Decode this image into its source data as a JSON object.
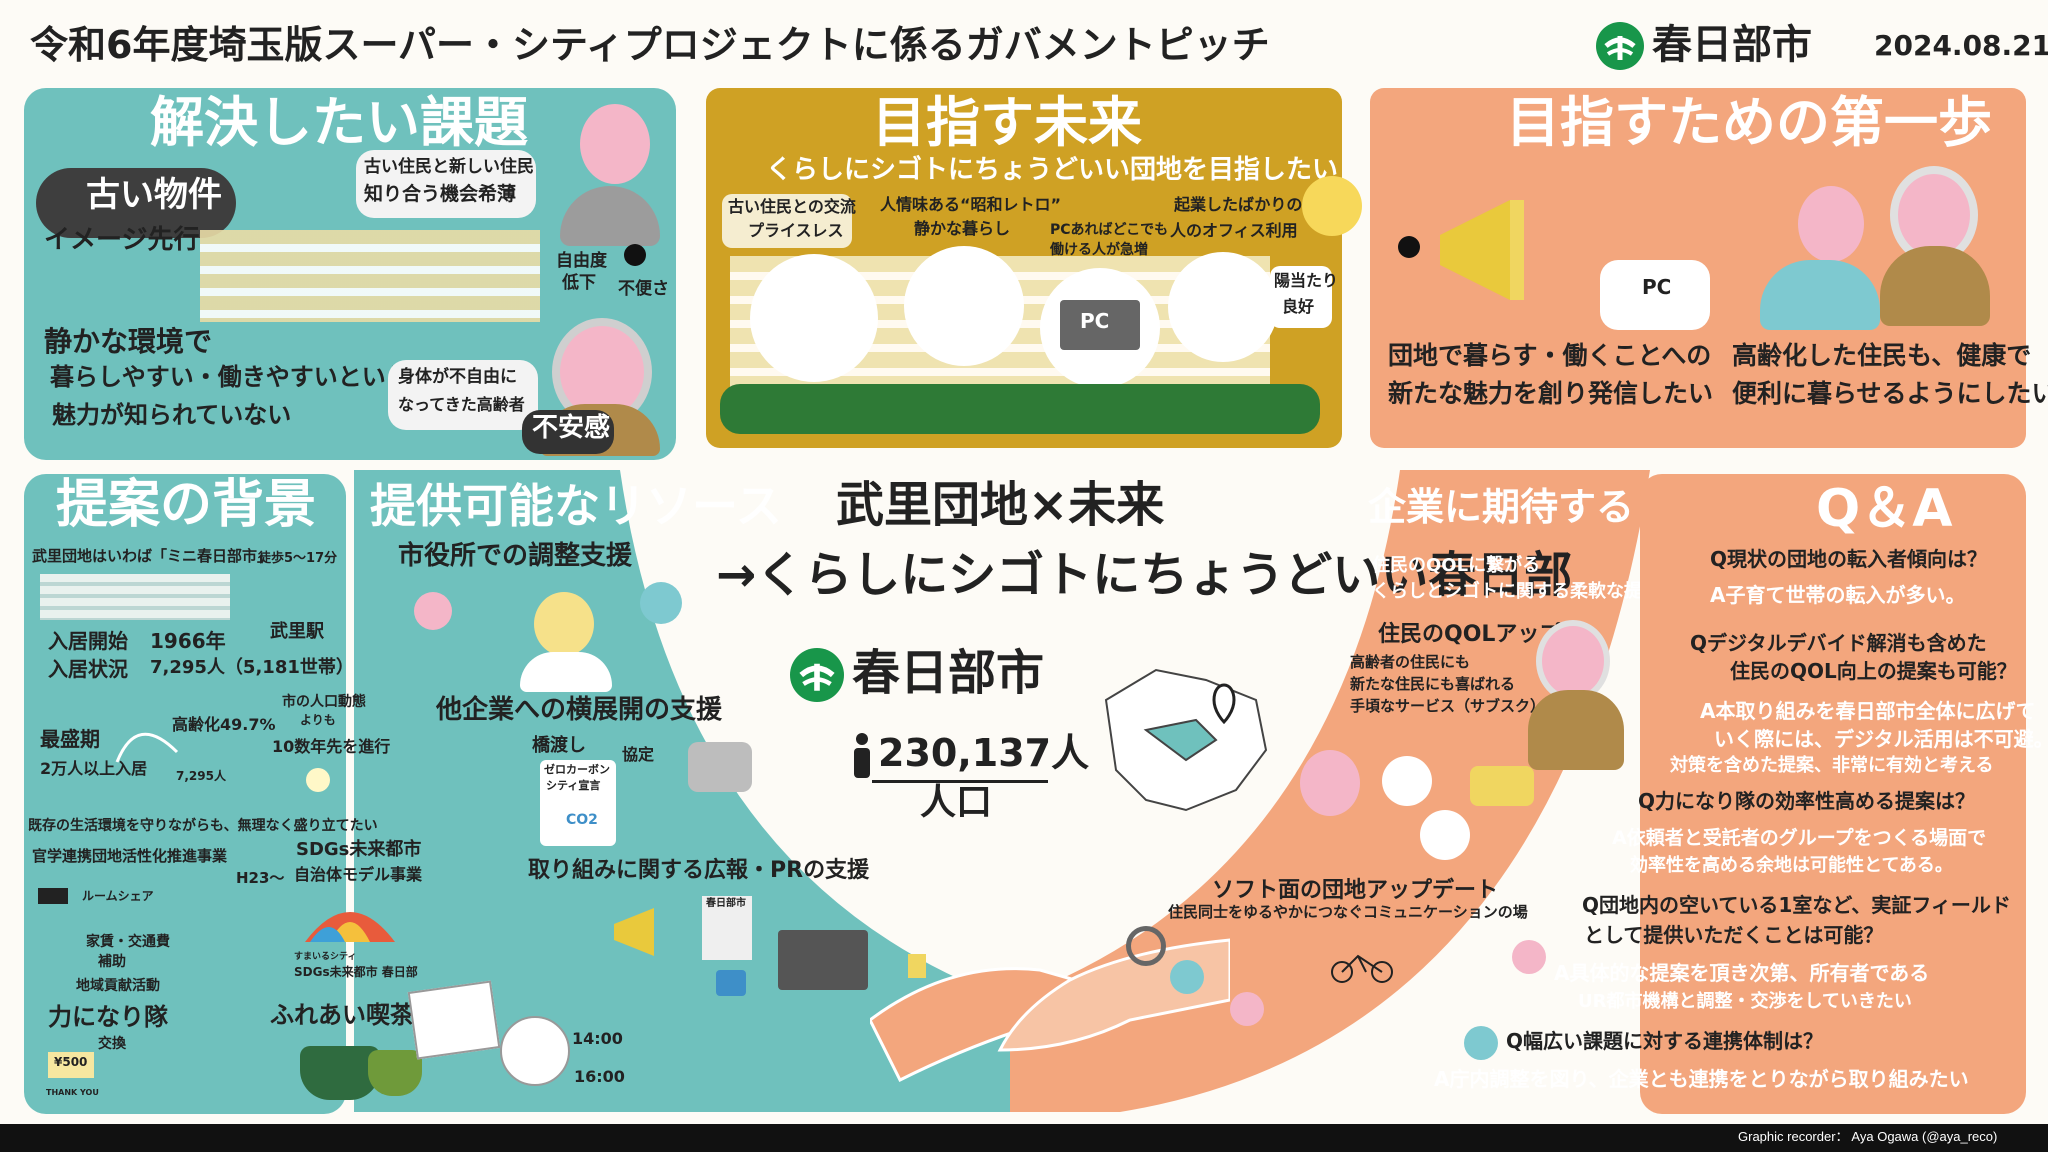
{
  "header": {
    "title": "令和6年度埼玉版スーパー・シティプロジェクトに係るガバメントピッチ",
    "city": "春日部市",
    "date": "2024.08.21"
  },
  "colors": {
    "teal": "#6fc1bd",
    "gold": "#cfa124",
    "salmon": "#f3a67d",
    "green": "#18964a",
    "ink": "#222222"
  },
  "problems": {
    "heading": "解決したい課題",
    "old_building": "古い物件",
    "image_first": "イメージ先行",
    "note_residents_l1": "古い住民と新しい住民",
    "note_residents_l2": "知り合う機会希薄",
    "freedom_l1": "自由度",
    "freedom_l2": "低下",
    "inconvenient": "不便さ",
    "charm_l1": "静かな環境で",
    "charm_l2": "暮らしやすい・働きやすいという",
    "charm_l3": "魅力が知られていない",
    "elderly_l1": "身体が不自由に",
    "elderly_l2": "なってきた高齢者",
    "anxiety": "不安感"
  },
  "future": {
    "heading": "目指す未来",
    "subheading": "くらしにシゴトにちょうどいい団地を目指したい",
    "item1_l1": "古い住民との交流",
    "item1_l2": "プライスレス",
    "item2_l1": "人情味ある“昭和レトロ”",
    "item2_l2": "静かな暮らし",
    "item3_l1": "PCあればどこでも",
    "item3_l2": "働ける人が急増",
    "item4_l1": "起業したばかりの",
    "item4_l2": "人のオフィス利用",
    "item5_l1": "陽当たり",
    "item5_l2": "良好",
    "pc": "PC"
  },
  "first_step": {
    "heading": "目指すための第一歩",
    "text1_l1": "団地で暮らす・働くことへの",
    "text1_l2": "新たな魅力を創り発信したい",
    "text2_l1": "高齢化した住民も、健康で",
    "text2_l2": "便利に暮らせるようにしたい",
    "pc": "PC"
  },
  "background": {
    "heading": "提案の背景",
    "mini_l1": "武里団地はいわば「ミニ春日部市」",
    "walk": "徒歩5〜17分",
    "station": "武里駅",
    "start_label": "入居開始",
    "start_value": "1966年",
    "status_label": "入居状況",
    "status_value": "7,295人（5,181世帯）",
    "peak_label": "最盛期",
    "peak_value": "2万人以上入居",
    "aging": "高齢化49.7%",
    "current": "7,295人",
    "trend_l1": "市の人口動態",
    "trend_l2": "よりも",
    "trend_l3": "10数年先を進行",
    "keep": "既存の生活環境を守りながらも、無理なく盛り立てたい",
    "project_l1": "官学連携団地活性化推進事業",
    "project_l2": "H23〜",
    "sdgs_l1": "SDGs未来都市",
    "sdgs_l2": "自治体モデル事業",
    "roomshare": "ルームシェア",
    "support_l1": "家賃・交通費",
    "support_l2": "補助",
    "community": "地域貢献活動",
    "chikara": "力になり隊",
    "exchange": "交換",
    "yen": "¥500",
    "thanks": "THANK YOU",
    "sdgs_logo_l1": "すまいるシティ",
    "sdgs_logo_l2": "SDGs未来都市 春日部",
    "cafe": "ふれあい喫茶",
    "time_from": "14:00",
    "time_to": "16:00"
  },
  "resources": {
    "heading": "提供可能なリソース",
    "r1": "市役所での調整支援",
    "r2": "他企業への横展開の支援",
    "bridge": "橋渡し",
    "zero_l1": "ゼロカーボン",
    "zero_l2": "シティ宣言",
    "agreement": "協定",
    "co2": "CO2",
    "r3": "取り組みに関する広報・PRの支援",
    "paper": "春日部市"
  },
  "center": {
    "title_l1": "武里団地×未来",
    "title_l2": "→くらしにシゴトにちょうどいい春日部",
    "city": "春日部市",
    "population": "230,137人",
    "population_label": "人口"
  },
  "expectations": {
    "heading": "企業に期待すること",
    "sub_l1": "住民のQOLに繋がる",
    "sub_l2": "くらしとシゴトに関する柔軟な提案",
    "qol": "住民のQOLアップ",
    "qol_l1": "高齢者の住民にも",
    "qol_l2": "新たな住民にも喜ばれる",
    "qol_l3": "手頃なサービス（サブスク）",
    "soft": "ソフト面の団地アップデート",
    "soft_sub": "住民同士をゆるやかにつなぐコミュニケーションの場"
  },
  "qa": {
    "heading": "Q＆A",
    "q1": "Q現状の団地の転入者傾向は？",
    "a1": "A子育て世帯の転入が多い。",
    "q2_l1": "Qデジタルデバイド解消も含めた",
    "q2_l2": "住民のQOL向上の提案も可能？",
    "a2_l1": "A本取り組みを春日部市全体に広げて",
    "a2_l2": "いく際には、デジタル活用は不可避。",
    "a2_l3": "対策を含めた提案、非常に有効と考える",
    "q3": "Q力になり隊の効率性高める提案は？",
    "a3_l1": "A依頼者と受託者のグループをつくる場面で",
    "a3_l2": "効率性を高める余地は可能性とてある。",
    "q4_l1": "Q団地内の空いている1室など、実証フィールド",
    "q4_l2": "として提供いただくことは可能？",
    "a4_l1": "A具体的な提案を頂き次第、所有者である",
    "a4_l2": "UR都市機構と調整・交渉をしていきたい",
    "q5": "Q幅広い課題に対する連携体制は？",
    "a5": "A庁内調整を図り、企業とも連携をとりながら取り組みたい"
  },
  "footer": {
    "credit": "Graphic recorder： Aya Ogawa (@aya_reco)"
  }
}
